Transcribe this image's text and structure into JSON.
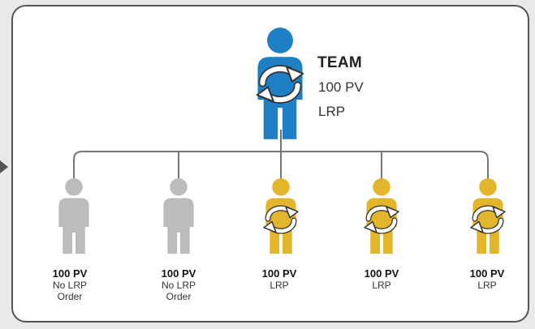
{
  "colors": {
    "team": "#1f7fc4",
    "active": "#e2b52a",
    "inactive": "#bcbcbc",
    "connector": "#777777"
  },
  "team": {
    "title": "TEAM",
    "pv": "100 PV",
    "status": "LRP",
    "icon": "refresh-cycle-icon"
  },
  "members": [
    {
      "pv": "100 PV",
      "line1": "No LRP",
      "line2": "Order",
      "status": "inactive"
    },
    {
      "pv": "100 PV",
      "line1": "No LRP",
      "line2": "Order",
      "status": "inactive"
    },
    {
      "pv": "100 PV",
      "line1": "LRP",
      "line2": "",
      "status": "active",
      "icon": "refresh-cycle-icon"
    },
    {
      "pv": "100 PV",
      "line1": "LRP",
      "line2": "",
      "status": "active",
      "icon": "refresh-cycle-icon"
    },
    {
      "pv": "100 PV",
      "line1": "LRP",
      "line2": "",
      "status": "active",
      "icon": "refresh-cycle-icon"
    }
  ]
}
